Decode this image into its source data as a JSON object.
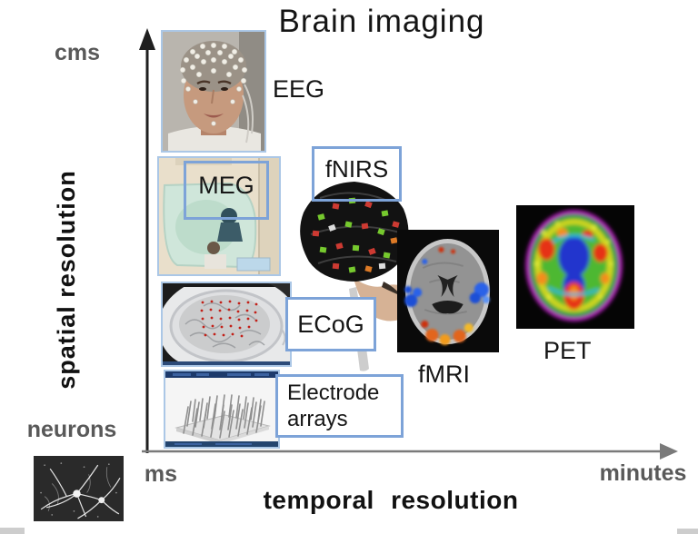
{
  "title": "Brain imaging",
  "axes": {
    "y_axis_label": "spatial resolution",
    "x_axis_label": "temporal resolution",
    "y_top_tick": "cms",
    "y_bottom_tick": "neurons",
    "x_left_tick": "ms",
    "x_right_tick": "minutes"
  },
  "techniques": {
    "eeg": {
      "label": "EEG"
    },
    "meg": {
      "label": "MEG"
    },
    "fnirs": {
      "label": "fNIRS"
    },
    "ecog": {
      "label": "ECoG"
    },
    "electrode_arrays": {
      "label": "Electrode arrays"
    },
    "fmri": {
      "label": "fMRI"
    },
    "pet": {
      "label": "PET"
    }
  },
  "colors": {
    "callout_border": "#7da3d8",
    "photo_border": "#abc7e6",
    "tick_label_gray": "#595959",
    "axis_y_black": "#1f1f1f",
    "axis_x_gray": "#7a7a7a",
    "text_black": "#161616"
  }
}
